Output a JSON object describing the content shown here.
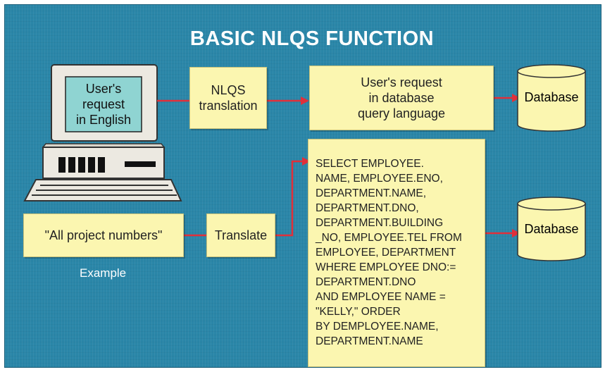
{
  "title": "BASIC NLQS FUNCTION",
  "computer": {
    "screen_text": "User's\nrequest\nin English"
  },
  "boxes": {
    "nlqs_translation": "NLQS\ntranslation",
    "user_request_dbql": "User's request\nin database\nquery language",
    "example_query": "\"All project numbers\"",
    "translate": "Translate",
    "sql": "SELECT EMPLOYEE.\nNAME, EMPLOYEE.ENO,\nDEPARTMENT.NAME,\nDEPARTMENT.DNO,\nDEPARTMENT.BUILDING\n_NO, EMPLOYEE.TEL FROM\nEMPLOYEE, DEPARTMENT\nWHERE EMPLOYEE DNO:=\nDEPARTMENT.DNO\nAND EMPLOYEE NAME =\n\"KELLY,\" ORDER\nBY DEMPLOYEE.NAME,\nDEPARTMENT.NAME"
  },
  "databases": {
    "top": "Database",
    "bottom": "Database"
  },
  "example_label": "Example",
  "colors": {
    "background": "#2a86a8",
    "box": "#fbf6b0",
    "arrow": "#e0303a",
    "screen": "#8fd4d2",
    "computer": "#ece9e1"
  }
}
